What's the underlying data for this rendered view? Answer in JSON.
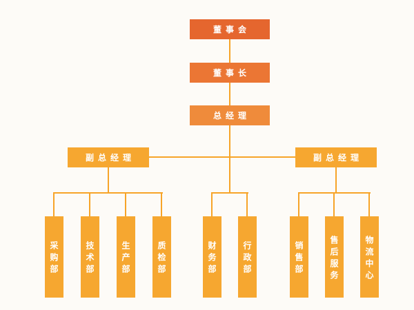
{
  "nodes": {
    "board": {
      "label": "董事会"
    },
    "chairman": {
      "label": "董事长"
    },
    "general_manager": {
      "label": "总经理"
    },
    "deputy_left": {
      "label": "副总经理"
    },
    "deputy_right": {
      "label": "副总经理"
    },
    "purchasing": {
      "label": "采购部"
    },
    "technology": {
      "label": "技术部"
    },
    "production": {
      "label": "生产部"
    },
    "quality": {
      "label": "质检部"
    },
    "finance": {
      "label": "财务部"
    },
    "admin": {
      "label": "行政部"
    },
    "sales": {
      "label": "销售部"
    },
    "after_sales": {
      "label": "售后服务"
    },
    "logistics": {
      "label": "物流中心"
    }
  },
  "hierarchy": {
    "board": [
      "chairman"
    ],
    "chairman": [
      "general_manager"
    ],
    "general_manager": [
      "deputy_left",
      "finance",
      "admin",
      "deputy_right"
    ],
    "deputy_left": [
      "purchasing",
      "technology",
      "production",
      "quality"
    ],
    "deputy_right": [
      "sales",
      "after_sales",
      "logistics"
    ]
  },
  "colors": {
    "level1_box": "#E5662E",
    "level2_box": "#EB7634",
    "level3_box": "#EF8B3B",
    "level4_box": "#F6A730",
    "connector_line": "#F7A428",
    "text": "#FFFFFF",
    "background": "#FDFBF7"
  }
}
